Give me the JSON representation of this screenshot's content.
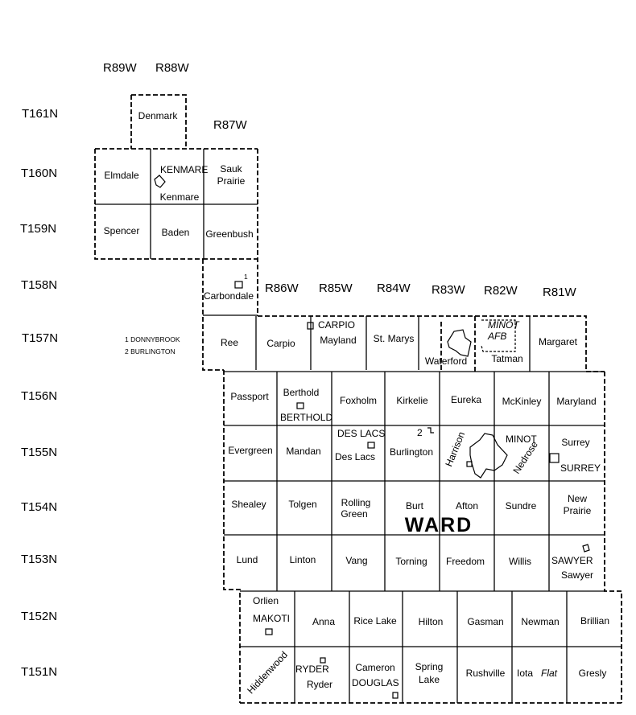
{
  "ranges": [
    "R89W",
    "R88W",
    "R87W",
    "R86W",
    "R85W",
    "R84W",
    "R83W",
    "R82W",
    "R81W"
  ],
  "townships": [
    "T161N",
    "T160N",
    "T159N",
    "T158N",
    "T157N",
    "T156N",
    "T155N",
    "T154N",
    "T153N",
    "T152N",
    "T151N"
  ],
  "county_name": "WARD",
  "legend": [
    "1 DONNYBROOK",
    "2 BURLINGTON"
  ],
  "place_numbers": [
    "1",
    "2"
  ],
  "townships_names": {
    "denmark": "Denmark",
    "elmdale": "Elmdale",
    "kenmare_twp": "Kenmare",
    "sauk_prairie_1": "Sauk",
    "sauk_prairie_2": "Prairie",
    "spencer": "Spencer",
    "baden": "Baden",
    "greenbush": "Greenbush",
    "carbondale": "Carbondale",
    "ree": "Ree",
    "carpio_twp": "Carpio",
    "mayland": "Mayland",
    "st_marys": "St. Marys",
    "waterford": "Waterford",
    "tatman": "Tatman",
    "margaret": "Margaret",
    "passport": "Passport",
    "berthold_twp": "Berthold",
    "foxholm": "Foxholm",
    "kirkelie": "Kirkelie",
    "eureka": "Eureka",
    "mckinley": "McKinley",
    "maryland": "Maryland",
    "evergreen": "Evergreen",
    "mandan": "Mandan",
    "des_lacs_twp": "Des Lacs",
    "burlington_twp": "Burlington",
    "harrison": "Harrison",
    "nedrose": "Nedrose",
    "surrey_twp": "Surrey",
    "shealey": "Shealey",
    "tolgen": "Tolgen",
    "rolling_green_1": "Rolling",
    "rolling_green_2": "Green",
    "burt": "Burt",
    "afton": "Afton",
    "sundre": "Sundre",
    "new_prairie_1": "New",
    "new_prairie_2": "Prairie",
    "lund": "Lund",
    "linton": "Linton",
    "vang": "Vang",
    "torning": "Torning",
    "freedom": "Freedom",
    "willis": "Willis",
    "sawyer_twp": "Sawyer",
    "orlien": "Orlien",
    "anna": "Anna",
    "rice_lake": "Rice Lake",
    "hilton": "Hilton",
    "gasman": "Gasman",
    "newman": "Newman",
    "brillian": "Brillian",
    "hiddenwood": "Hiddenwood",
    "ryder_twp": "Ryder",
    "cameron": "Cameron",
    "spring_lake_1": "Spring",
    "spring_lake_2": "Lake",
    "rushville": "Rushville",
    "iota_flat_1": "Iota",
    "iota_flat_2": "Flat",
    "gresly": "Gresly"
  },
  "cities": {
    "kenmare": "KENMARE",
    "carpio": "CARPIO",
    "minot_afb_1": "MINOT",
    "minot_afb_2": "AFB",
    "berthold": "BERTHOLD",
    "des_lacs": "DES LACS",
    "minot": "MINOT",
    "surrey": "SURREY",
    "sawyer": "SAWYER",
    "makoti": "MAKOTI",
    "ryder": "RYDER",
    "douglas": "DOUGLAS"
  }
}
